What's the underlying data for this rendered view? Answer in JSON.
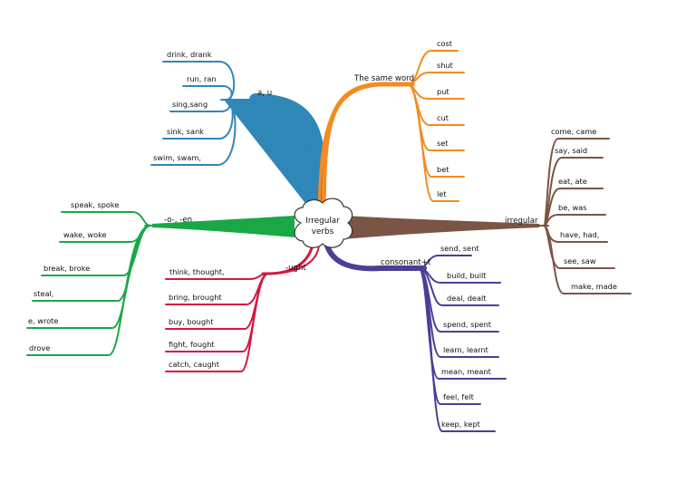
{
  "center": {
    "line1": "Irregular",
    "line2": "verbs"
  },
  "branches": {
    "a_u": {
      "label": "a, u",
      "color": "#2f87b8",
      "leaves": [
        "drink, drank",
        "run, ran",
        "sing,sang",
        "sink, sank",
        "swim, swam,"
      ]
    },
    "same_word": {
      "label": "The same word",
      "color": "#f58a1f",
      "leaves": [
        "cost",
        "shut",
        "put",
        "cut",
        "set",
        "bet",
        "let"
      ]
    },
    "irregular": {
      "label": "irregular",
      "color": "#7a5545",
      "leaves": [
        "come, came",
        "say, said",
        "eat, ate",
        "be, was",
        "have, had,",
        "see, saw",
        "make, made"
      ]
    },
    "consonant_t": {
      "label": "consonant+t",
      "color": "#4c3f93",
      "leaves": [
        "send, sent",
        "build, built",
        "deal, dealt",
        "spend, spent",
        "learn, learnt",
        "mean, meant",
        "feel, felt",
        "keep, kept"
      ]
    },
    "ught": {
      "label": "-ught",
      "color": "#d8163f",
      "leaves": [
        "think, thought,",
        "bring, brought",
        "buy, bought",
        "fight, fought",
        "catch, caught"
      ]
    },
    "o_en": {
      "label": "-o-, -en",
      "color": "#1aa847",
      "leaves": [
        "speak, spoke",
        "wake, woke",
        "break, broke",
        "steal,",
        "e, wrote",
        "drove"
      ]
    }
  }
}
